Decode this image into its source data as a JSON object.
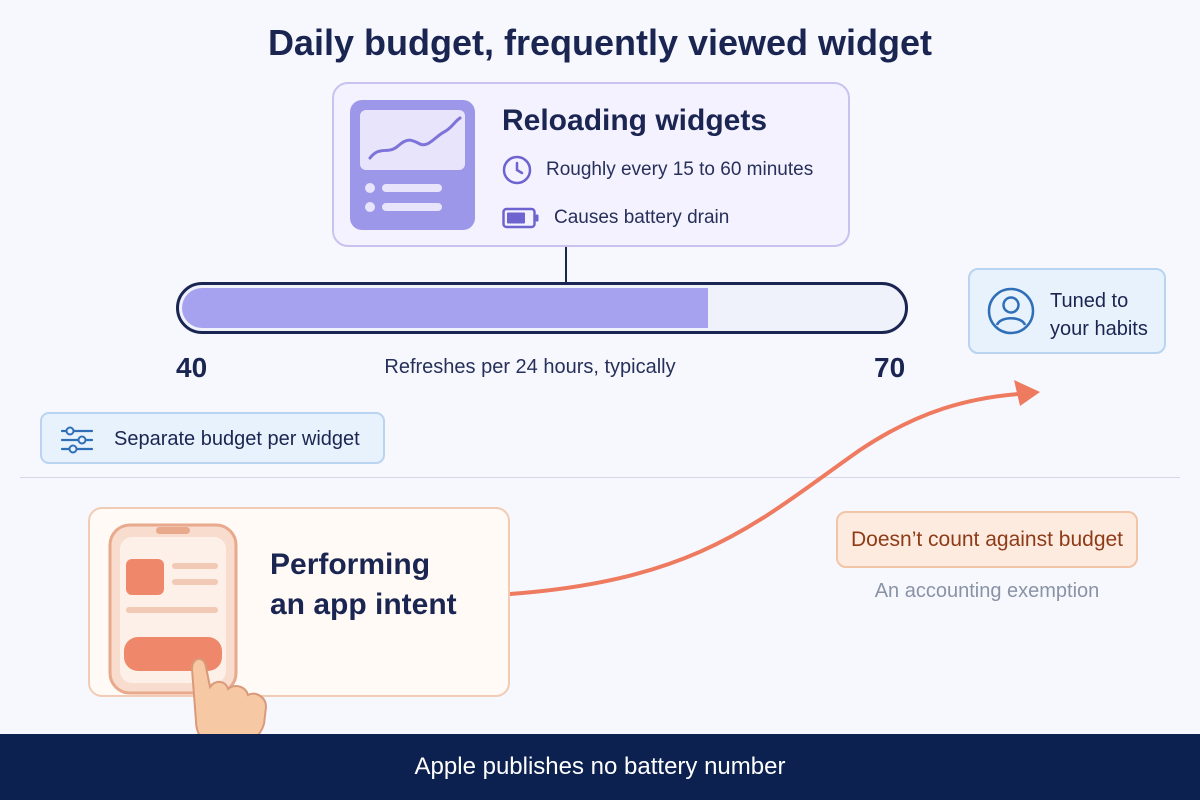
{
  "title": "Daily budget, frequently viewed widget",
  "reload_card": {
    "title": "Reloading widgets",
    "frequency": "Roughly every 15 to 60 minutes",
    "battery": "Causes battery drain",
    "icons": [
      "widget-chart-icon",
      "clock-icon",
      "battery-icon"
    ]
  },
  "refresh_range": {
    "min_label": "40",
    "max_label": "70",
    "caption": "Refreshes per 24 hours, typically",
    "fill_fraction": 0.73
  },
  "tuned": {
    "line1": "Tuned to",
    "line2": "your habits",
    "icon": "user-icon"
  },
  "separate_budget": {
    "label": "Separate budget per widget",
    "icon": "sliders-icon"
  },
  "intent": {
    "line1": "Performing",
    "line2": "an app intent",
    "icon": "phone-tap-icon"
  },
  "exemption": {
    "label": "Doesn’t count against budget",
    "sub": "An accounting exemption"
  },
  "footer": "Apple publishes no battery number",
  "colors": {
    "navy": "#1a2552",
    "purple_fill": "#a7a2ef",
    "accent_orange": "#ee7a5f",
    "footer_bg": "#0c2150"
  }
}
